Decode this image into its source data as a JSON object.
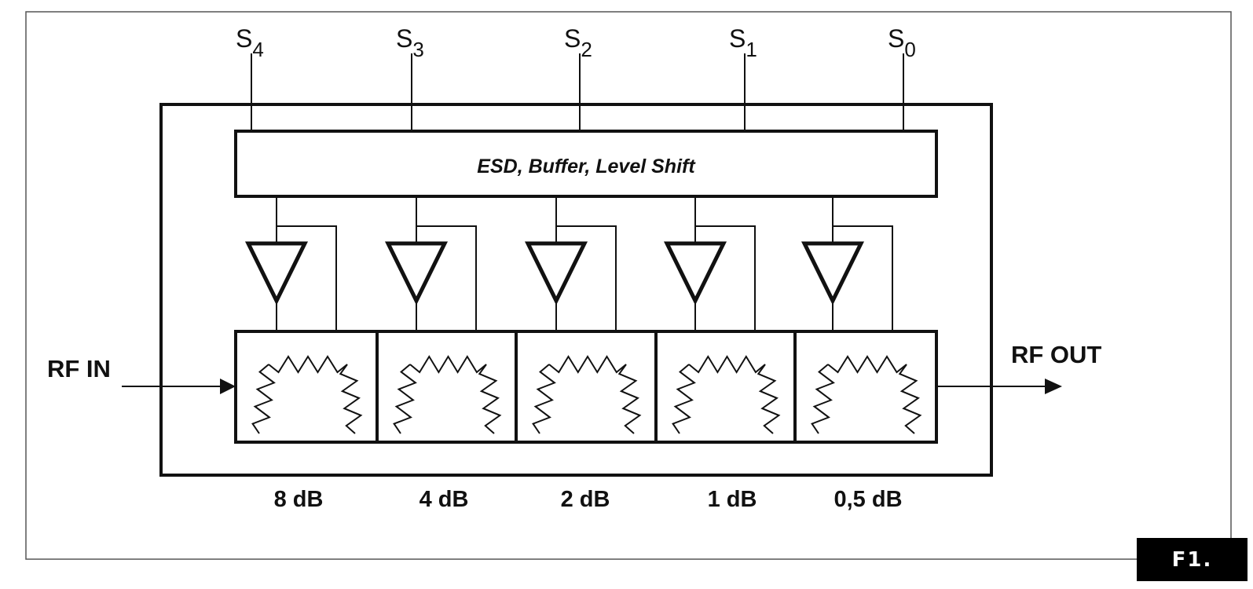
{
  "figure_label": "F1.",
  "block_label": "ESD, Buffer, Level Shift",
  "input_label": "RF IN",
  "output_label": "RF OUT",
  "channels": [
    {
      "signal": "S",
      "index": "4",
      "attenuation": "8 dB"
    },
    {
      "signal": "S",
      "index": "3",
      "attenuation": "4 dB"
    },
    {
      "signal": "S",
      "index": "2",
      "attenuation": "2 dB"
    },
    {
      "signal": "S",
      "index": "1",
      "attenuation": "1 dB"
    },
    {
      "signal": "S",
      "index": "0",
      "attenuation": "0,5 dB"
    }
  ]
}
